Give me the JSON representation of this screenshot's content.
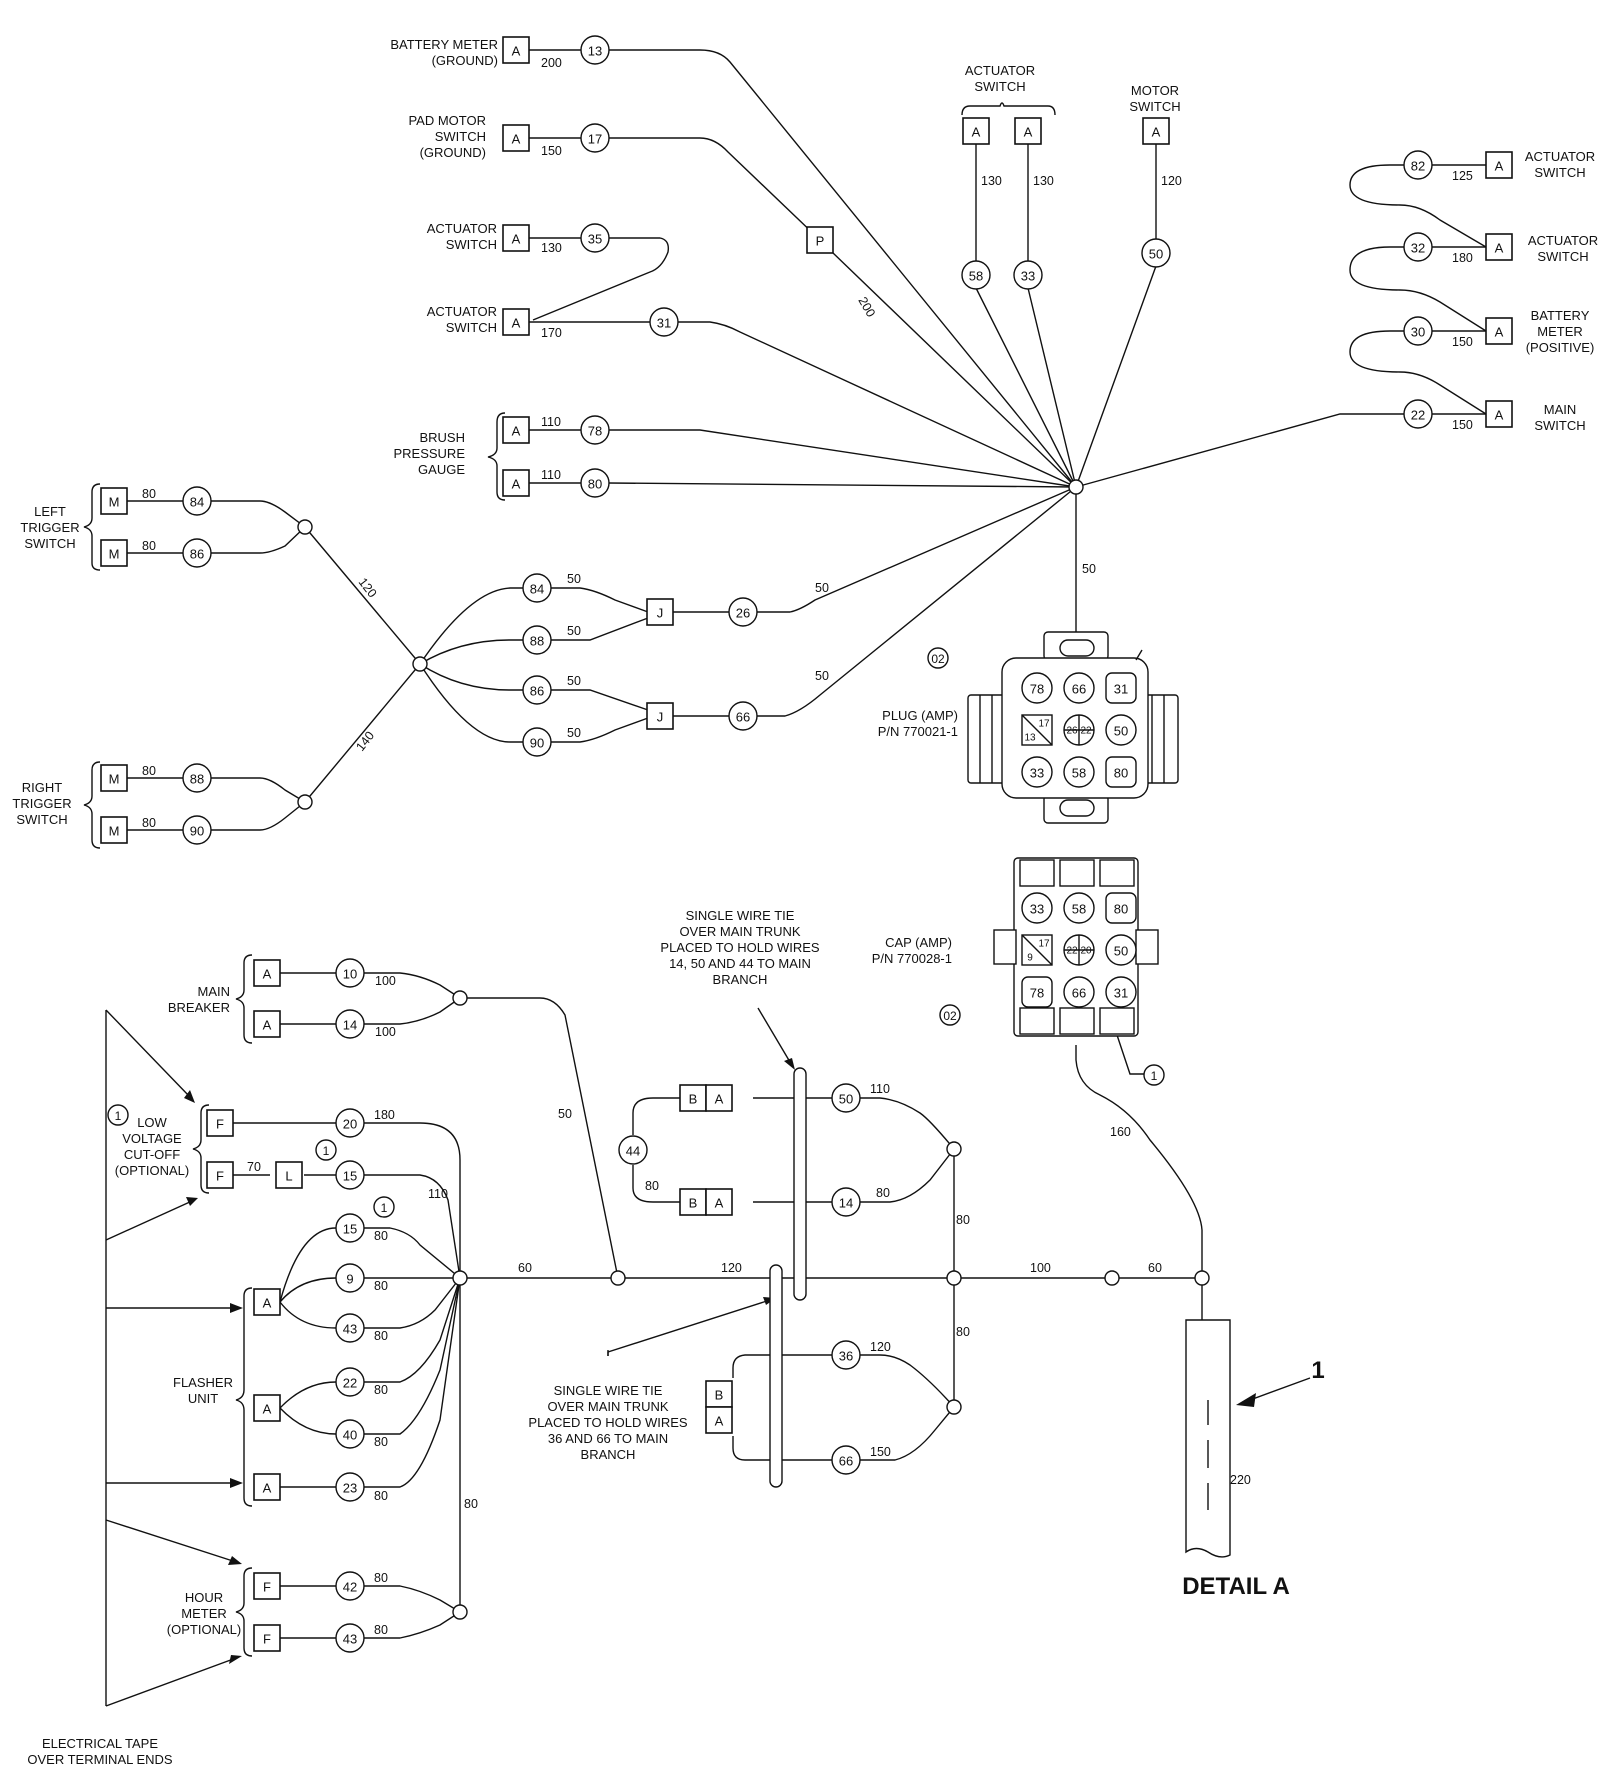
{
  "labels": {
    "battery_meter_ground": [
      "BATTERY METER",
      "(GROUND)"
    ],
    "pad_motor_switch": [
      "PAD MOTOR",
      "SWITCH",
      "(GROUND)"
    ],
    "actuator_switch": [
      "ACTUATOR",
      "SWITCH"
    ],
    "motor_switch": [
      "MOTOR",
      "SWITCH"
    ],
    "battery_meter_positive": [
      "BATTERY",
      "METER",
      "(POSITIVE)"
    ],
    "main_switch": [
      "MAIN",
      "SWITCH"
    ],
    "brush_pressure_gauge": [
      "BRUSH",
      "PRESSURE",
      "GAUGE"
    ],
    "left_trigger_switch": [
      "LEFT",
      "TRIGGER",
      "SWITCH"
    ],
    "right_trigger_switch": [
      "RIGHT",
      "TRIGGER",
      "SWITCH"
    ],
    "plug": [
      "PLUG (AMP)",
      "P/N 770021-1"
    ],
    "cap": [
      "CAP (AMP)",
      "P/N 770028-1"
    ],
    "main_breaker": [
      "MAIN",
      "BREAKER"
    ],
    "low_voltage": [
      "LOW",
      "VOLTAGE",
      "CUT-OFF",
      "(OPTIONAL)"
    ],
    "flasher_unit": [
      "FLASHER",
      "UNIT"
    ],
    "hour_meter": [
      "HOUR",
      "METER",
      "(OPTIONAL)"
    ],
    "electrical_tape": [
      "ELECTRICAL TAPE",
      "OVER TERMINAL ENDS"
    ],
    "wire_tie_top": [
      "SINGLE WIRE TIE",
      "OVER MAIN TRUNK",
      "PLACED TO HOLD WIRES",
      "14, 50 AND 44 TO MAIN",
      "BRANCH"
    ],
    "wire_tie_bottom": [
      "SINGLE WIRE TIE",
      "OVER MAIN TRUNK",
      "PLACED TO HOLD WIRES",
      "36 AND 66 TO MAIN",
      "BRANCH"
    ],
    "detail": "DETAIL A",
    "callout_1": "1",
    "callout_small": "1",
    "plug_code": "02",
    "cap_code": "02"
  },
  "terminals": {
    "A": "A",
    "M": "M",
    "P": "P",
    "J": "J",
    "F": "F",
    "L": "L",
    "B": "B"
  },
  "wires": {
    "w13": "13",
    "w17": "17",
    "w35": "35",
    "w31": "31",
    "w78": "78",
    "w80": "80",
    "w84": "84",
    "w86": "86",
    "w88": "88",
    "w90": "90",
    "w26": "26",
    "w66": "66",
    "w58": "58",
    "w33": "33",
    "w50": "50",
    "w82": "82",
    "w32": "32",
    "w30": "30",
    "w22": "22",
    "w10": "10",
    "w14": "14",
    "w20": "20",
    "w15": "15",
    "w9": "9",
    "w43": "43",
    "w40": "40",
    "w23": "23",
    "w42": "42",
    "w44": "44",
    "w36": "36"
  },
  "lengths": {
    "l200": "200",
    "l150": "150",
    "l130": "130",
    "l170": "170",
    "l110": "110",
    "l80": "80",
    "l120": "120",
    "l140": "140",
    "l50": "50",
    "l125": "125",
    "l180": "180",
    "l100": "100",
    "l70": "70",
    "l60": "60",
    "l160": "160",
    "l220": "220"
  },
  "plug_pins": [
    [
      "78",
      "66",
      "31"
    ],
    [
      "13/17",
      "26/22",
      "50"
    ],
    [
      "33",
      "58",
      "80"
    ]
  ],
  "cap_pins": [
    [
      "33",
      "58",
      "80"
    ],
    [
      "9/17",
      "22/20",
      "50"
    ],
    [
      "78",
      "66",
      "31"
    ]
  ],
  "plug_split": {
    "main": "13",
    "sub": "17"
  },
  "plug_center": {
    "a": "26",
    "b": "22"
  },
  "cap_split": {
    "main": "9",
    "sub": "17"
  },
  "cap_center": {
    "a": "22",
    "b": "20"
  }
}
